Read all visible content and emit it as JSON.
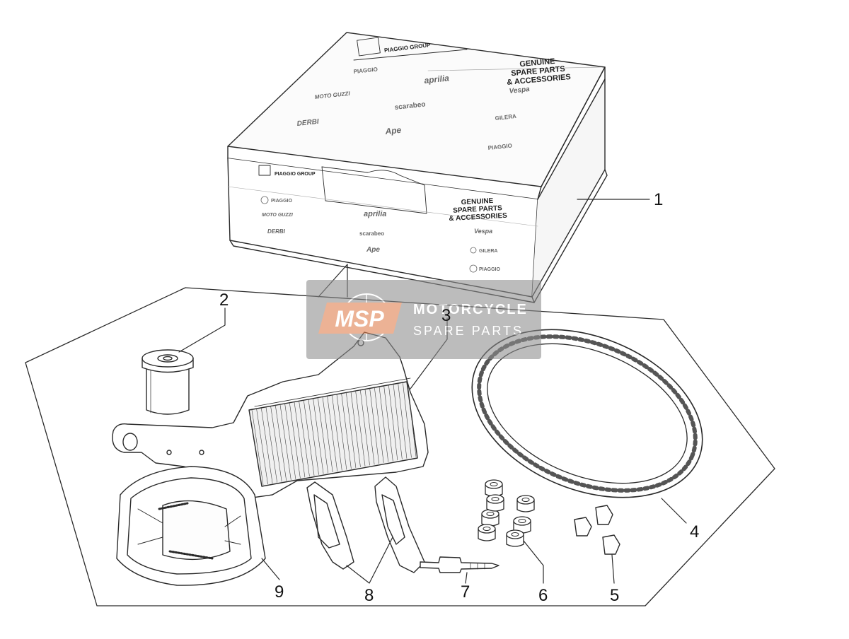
{
  "box": {
    "group_logo_text": "PIAGGIO GROUP",
    "genuine_line1": "GENUINE",
    "genuine_line2": "SPARE PARTS",
    "genuine_line3": "& ACCESSORIES",
    "brands": [
      "PIAGGIO",
      "aprilia",
      "Vespa",
      "MOTO GUZZI",
      "scarabeo",
      "GILERA",
      "DERBI",
      "Ape",
      "PIAGGIO"
    ]
  },
  "callouts": [
    "1",
    "2",
    "3",
    "4",
    "5",
    "6",
    "7",
    "8",
    "9"
  ],
  "watermark": {
    "logo": "MSP",
    "line1": "MOTORCYCLE",
    "line2": "SPARE PARTS"
  },
  "colors": {
    "line": "#2a2a2a",
    "watermark_bg": "#8c8c8c",
    "watermark_logo": "#e07b4a"
  }
}
